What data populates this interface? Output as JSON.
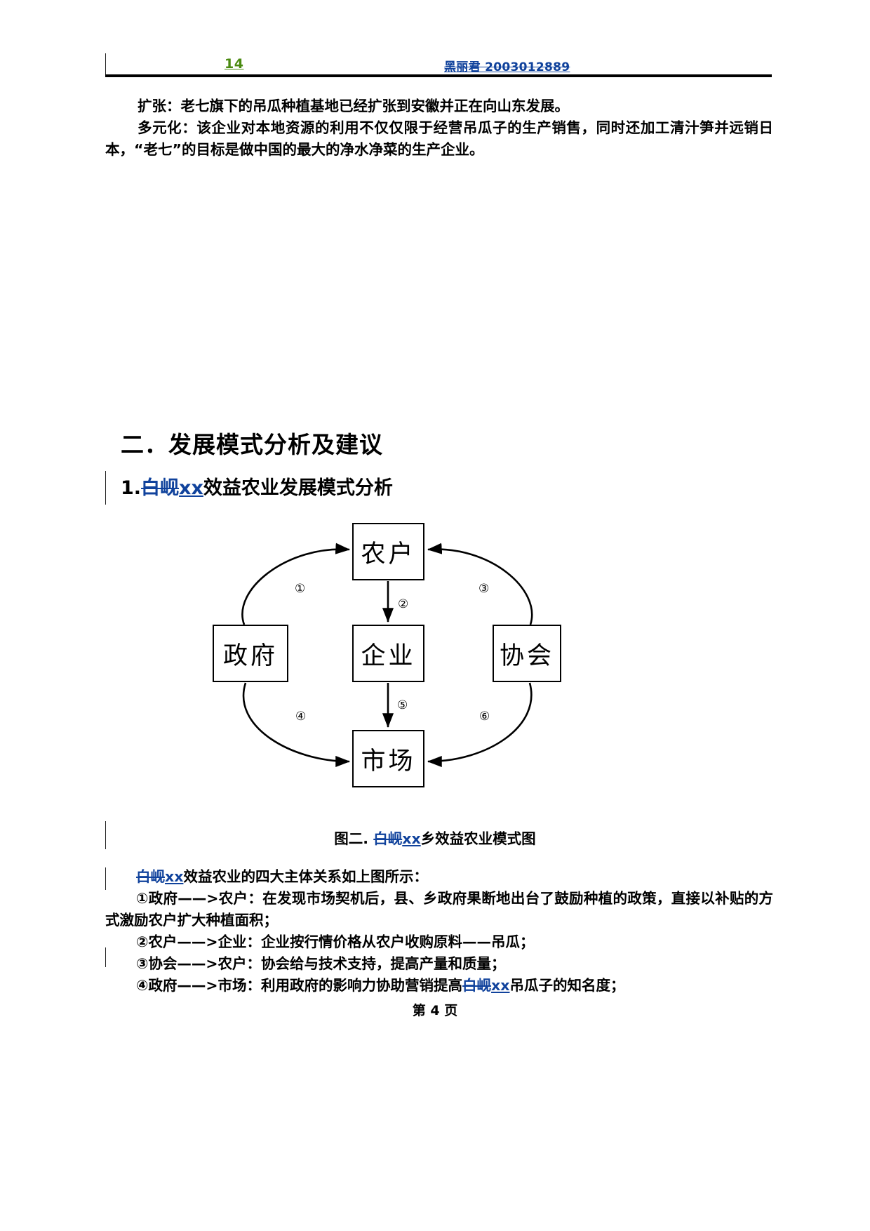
{
  "header": {
    "page_number": "14",
    "author": "黑丽君 2003012889"
  },
  "body": {
    "para1": "扩张：老七旗下的吊瓜种植基地已经扩张到安徽并正在向山东发展。",
    "para2": "多元化：该企业对本地资源的利用不仅仅限于经营吊瓜子的生产销售，同时还加工清汁笋并远销日本，“老七”的目标是做中国的最大的净水净菜的生产企业。"
  },
  "headings": {
    "section": "二．发展模式分析及建议",
    "sub_number": "1.",
    "sub_deleted": "白岘",
    "sub_inserted": "xx",
    "sub_rest": "效益农业发展模式分析"
  },
  "diagram": {
    "nodes": {
      "farmer": "农户",
      "government": "政府",
      "enterprise": "企业",
      "association": "协会",
      "market": "市场"
    },
    "edge_labels": {
      "e1": "①",
      "e2": "②",
      "e3": "③",
      "e4": "④",
      "e5": "⑤",
      "e6": "⑥"
    }
  },
  "caption": {
    "prefix": "图二. ",
    "deleted": "白岘",
    "inserted": "xx",
    "suffix": "乡效益农业模式图"
  },
  "tail": {
    "lead_deleted": "白岘",
    "lead_inserted": "xx",
    "lead_rest": "效益农业的四大主体关系如上图所示：",
    "item1": "①政府——>农户：在发现市场契机后，县、乡政府果断地出台了鼓励种植的政策，直接以补贴的方式激励农户扩大种植面积；",
    "item2": "②农户——>企业：企业按行情价格从农户收购原料——吊瓜；",
    "item3": "③协会——>农户：协会给与技术支持，提高产量和质量；",
    "item4_pre": "④政府——>市场：利用政府的影响力协助营销提高",
    "item4_deleted": "白岘",
    "item4_inserted": "xx",
    "item4_post": "吊瓜子的知名度；"
  },
  "footer": {
    "text": "第 4 页"
  },
  "colors": {
    "revision_blue": "#10429c",
    "page_number_green": "#4a8a10",
    "rule_black": "#000000"
  }
}
